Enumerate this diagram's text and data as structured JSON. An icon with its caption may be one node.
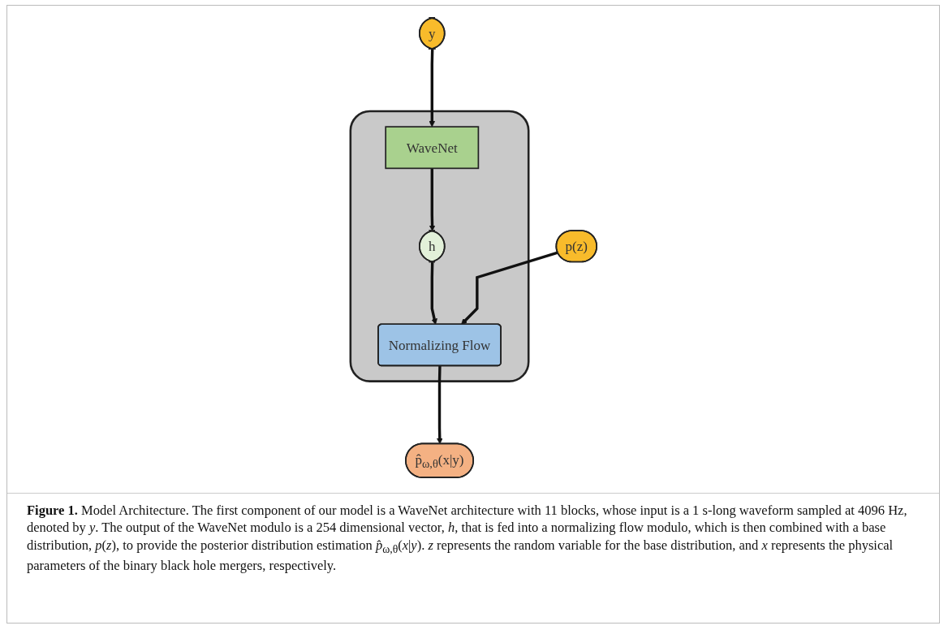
{
  "diagram": {
    "nodes": [
      {
        "text": [
          "y"
        ]
      },
      {
        "text": [],
        "shape": "box"
      },
      {
        "text": [
          "WaveNet"
        ],
        "in": 1
      },
      {
        "text": [
          "h"
        ],
        "in": 1
      },
      {
        "text": [
          "Normalizing Flow"
        ],
        "in": 1
      },
      {
        "text": [
          "p(z)"
        ]
      },
      {
        "text": [
          "p̂$_{ω,θ}$(x|y)"
        ]
      }
    ],
    "edges": [
      {
        "from": 0,
        "to": 2,
        "arrow": "to"
      },
      {
        "from": 2,
        "to": 3,
        "arrow": "to"
      },
      {
        "from": 3,
        "to": 4,
        "arrow": "to"
      },
      {
        "from": 5,
        "to": 4,
        "arrow": "to"
      },
      {
        "from": 4,
        "to": 6,
        "arrow": "to"
      }
    ],
    "caption": "**Figure 1.** Model Architecture. The first component of our model is a WaveNet architecture with 11 blocks, whose input is a 1 s-long waveform sampled at 4096 Hz, denoted by *y*. The output of the WaveNet modulo is a 254 dimensional vector, *h*, that is fed into a normalizing flow modulo, which is then combined with a base distribution, *p*(*z*), to provide the posterior distribution estimation *p̂*$_{ω,θ}$(*x*|*y*). *z* represents the random variable for the base distribution, and *x* represents the physical parameters of the binary black hole mergers, respectively."
  }
}
